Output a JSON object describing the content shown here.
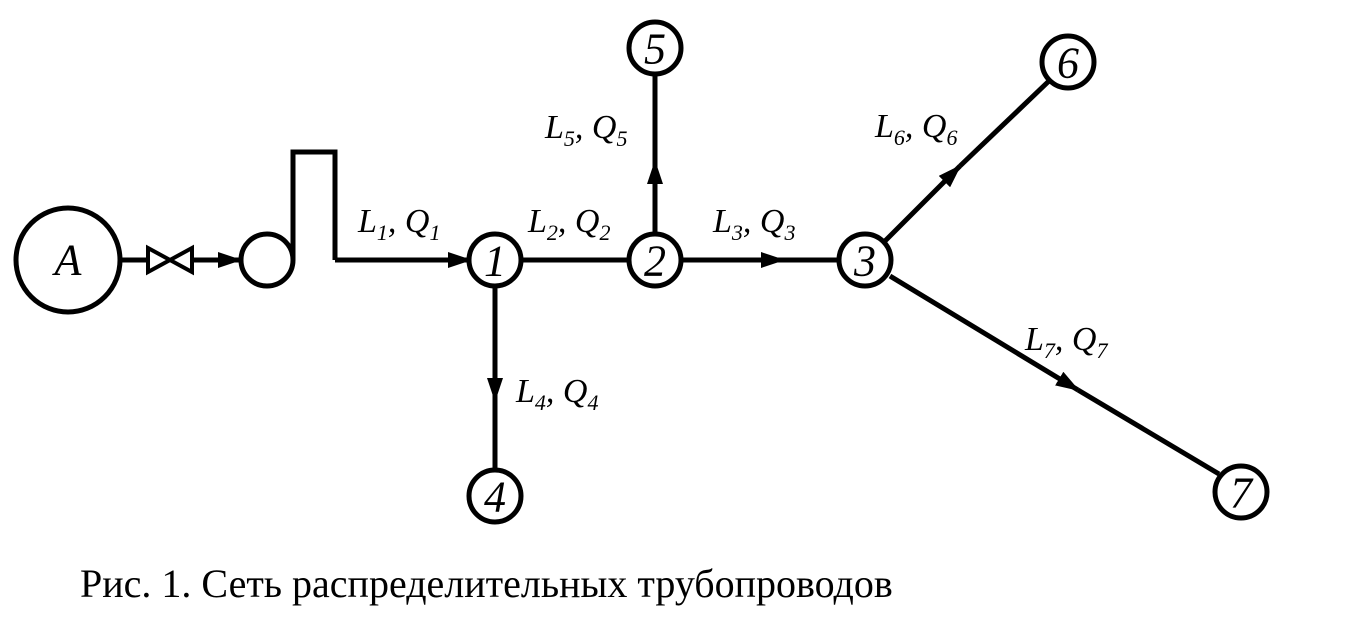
{
  "source_label": "A",
  "nodes": [
    {
      "id": "1",
      "label": "1"
    },
    {
      "id": "2",
      "label": "2"
    },
    {
      "id": "3",
      "label": "3"
    },
    {
      "id": "4",
      "label": "4"
    },
    {
      "id": "5",
      "label": "5"
    },
    {
      "id": "6",
      "label": "6"
    },
    {
      "id": "7",
      "label": "7"
    }
  ],
  "pipes": [
    {
      "from": "pump",
      "to": "1",
      "l_sym": "L",
      "q_sym": "Q",
      "index": "1"
    },
    {
      "from": "1",
      "to": "2",
      "l_sym": "L",
      "q_sym": "Q",
      "index": "2"
    },
    {
      "from": "2",
      "to": "3",
      "l_sym": "L",
      "q_sym": "Q",
      "index": "3"
    },
    {
      "from": "1",
      "to": "4",
      "l_sym": "L",
      "q_sym": "Q",
      "index": "4"
    },
    {
      "from": "2",
      "to": "5",
      "l_sym": "L",
      "q_sym": "Q",
      "index": "5"
    },
    {
      "from": "3",
      "to": "6",
      "l_sym": "L",
      "q_sym": "Q",
      "index": "6"
    },
    {
      "from": "3",
      "to": "7",
      "l_sym": "L",
      "q_sym": "Q",
      "index": "7"
    }
  ],
  "caption": "Рис. 1. Сеть распределительных трубопроводов"
}
